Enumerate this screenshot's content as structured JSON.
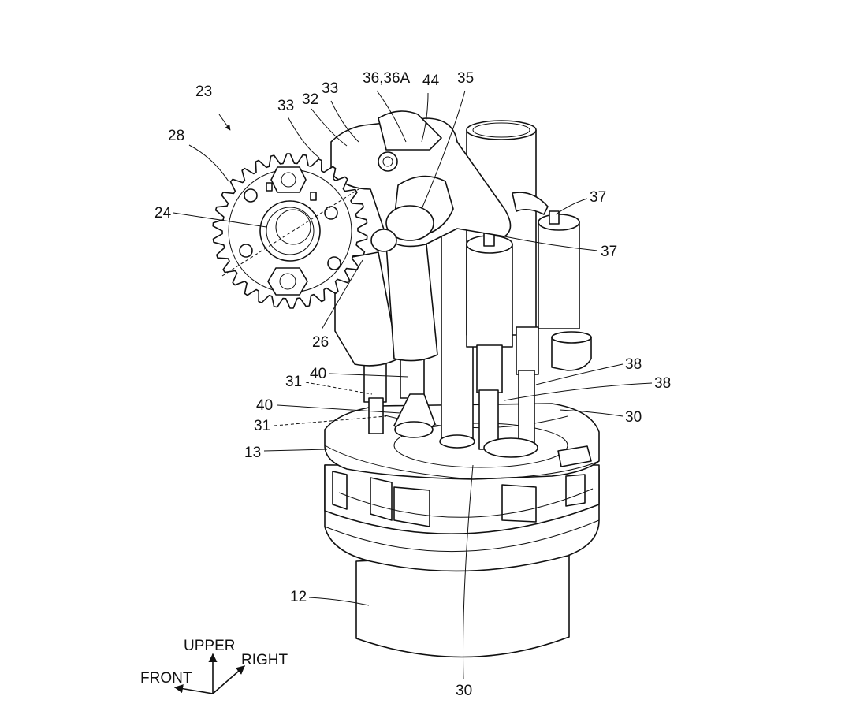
{
  "labels": {
    "l23": "23",
    "l28": "28",
    "l24": "24",
    "l33a": "33",
    "l32": "32",
    "l33b": "33",
    "l36": "36,36A",
    "l44": "44",
    "l35": "35",
    "l37a": "37",
    "l37b": "37",
    "l26": "26",
    "l40a": "40",
    "l31a": "31",
    "l40b": "40",
    "l31b": "31",
    "l38a": "38",
    "l38b": "38",
    "l30a": "30",
    "l13": "13",
    "l12": "12",
    "l30b": "30"
  },
  "directions": {
    "upper": "UPPER",
    "right": "RIGHT",
    "front": "FRONT"
  }
}
